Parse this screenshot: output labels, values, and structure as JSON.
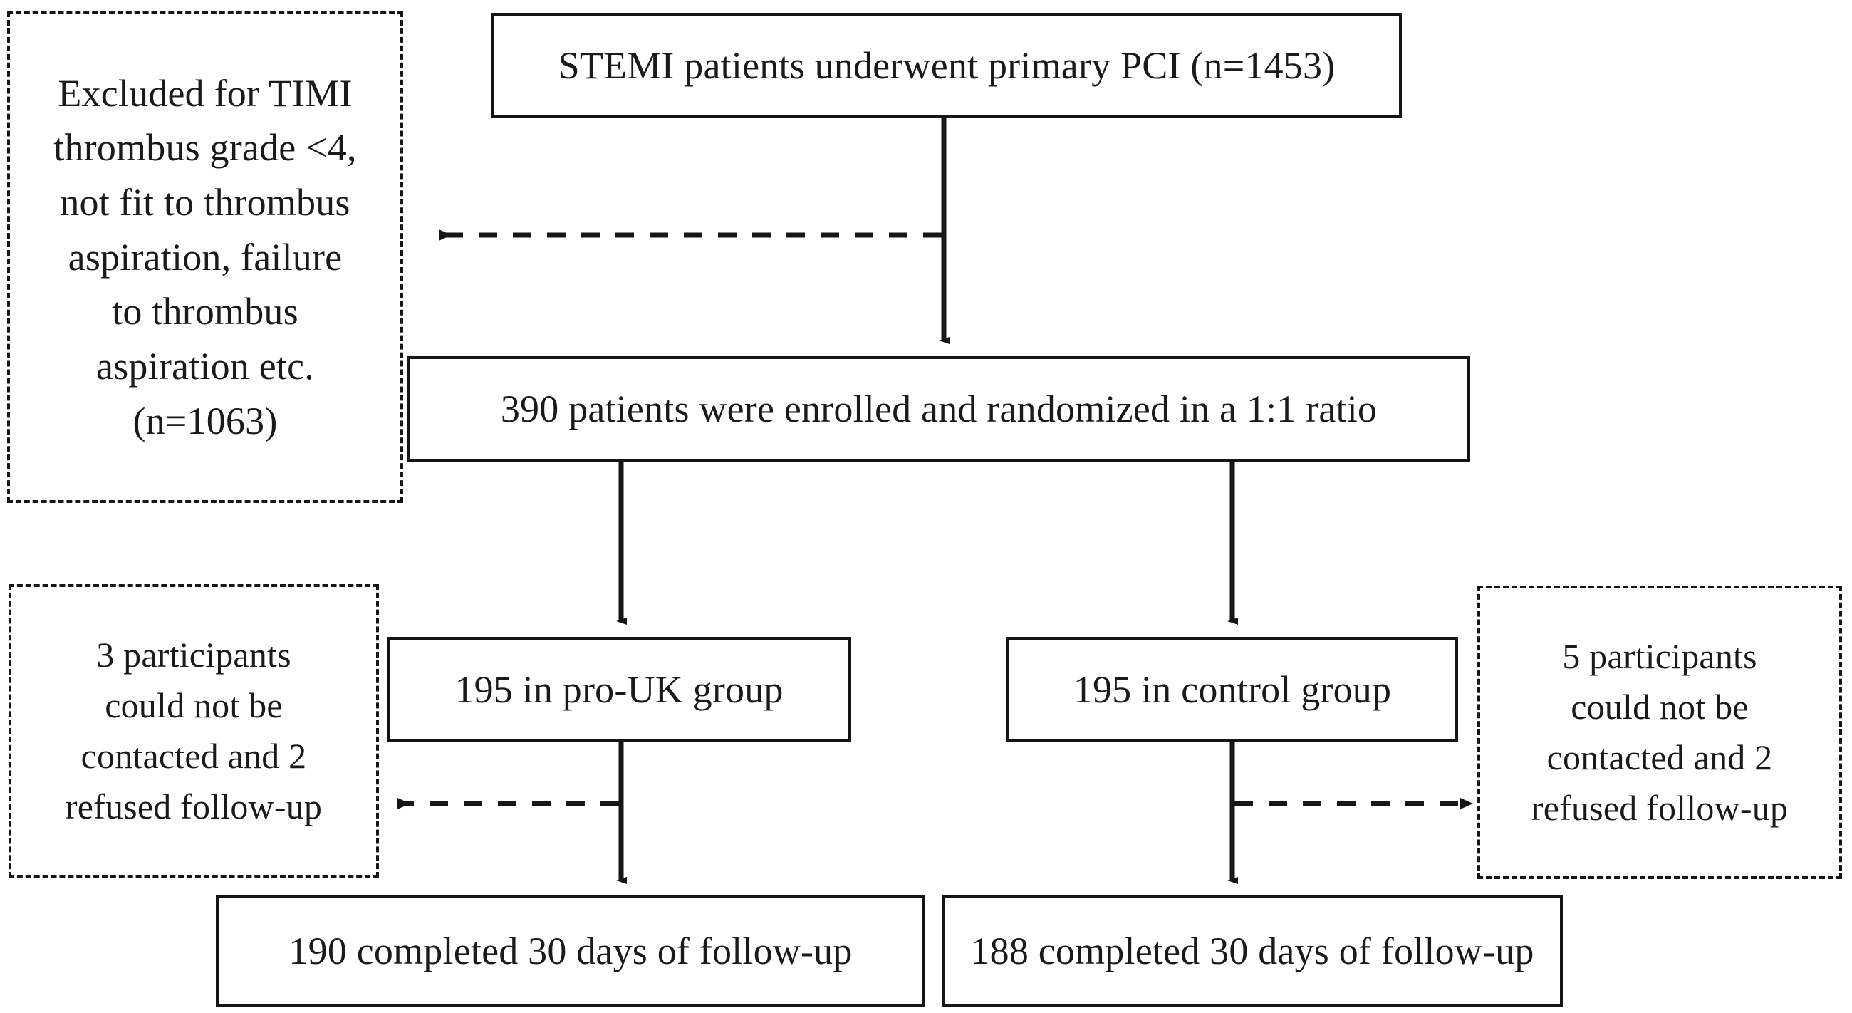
{
  "diagram": {
    "type": "consort-flow-diagram",
    "title": "STEMI primary PCI trial participant flow",
    "colors": {
      "line": "#161616",
      "text": "#1a1a1a",
      "background": "#ffffff"
    },
    "nodes": {
      "excluded": {
        "id": "excluded",
        "style": "dashed",
        "text": "Excluded for TIMI\nthrombus grade <4,\nnot fit to thrombus\naspiration, failure\nto thrombus\naspiration etc.\n(n=1063)",
        "count": 1063
      },
      "screened": {
        "id": "screened",
        "style": "solid",
        "text": "STEMI patients underwent primary PCI (n=1453)",
        "count": 1453
      },
      "randomized": {
        "id": "randomized",
        "style": "solid",
        "text": "390 patients were enrolled and randomized in a 1:1 ratio",
        "count": 390,
        "ratio": "1:1"
      },
      "lost_left": {
        "id": "lost-left",
        "style": "dashed",
        "text": "3 participants\ncould not be\ncontacted and 2\nrefused follow-up",
        "not_contacted": 3,
        "refused": 2
      },
      "lost_right": {
        "id": "lost-right",
        "style": "dashed",
        "text": "5 participants\ncould not be\ncontacted and 2\nrefused follow-up",
        "not_contacted": 5,
        "refused": 2
      },
      "arm_left": {
        "id": "arm-left",
        "style": "solid",
        "text": "195 in pro-UK group",
        "count": 195,
        "arm": "pro-UK"
      },
      "arm_right": {
        "id": "arm-right",
        "style": "solid",
        "text": "195 in control group",
        "count": 195,
        "arm": "control"
      },
      "out_left": {
        "id": "out-left",
        "style": "solid",
        "text": "190 completed 30 days of follow-up",
        "count": 190,
        "days": 30
      },
      "out_right": {
        "id": "out-right",
        "style": "solid",
        "text": "188 completed 30 days of follow-up",
        "count": 188,
        "days": 30
      }
    },
    "edges": [
      {
        "id": "screened-to-randomized",
        "from": "screened",
        "to": "randomized",
        "style": "solid",
        "direction": "down"
      },
      {
        "id": "screened-to-excluded",
        "from": "screened",
        "to": "excluded",
        "style": "dashed",
        "direction": "left"
      },
      {
        "id": "randomized-to-arm-left",
        "from": "randomized",
        "to": "arm_left",
        "style": "solid",
        "direction": "down"
      },
      {
        "id": "randomized-to-arm-right",
        "from": "randomized",
        "to": "arm_right",
        "style": "solid",
        "direction": "down"
      },
      {
        "id": "arm-left-to-out-left",
        "from": "arm_left",
        "to": "out_left",
        "style": "solid",
        "direction": "down"
      },
      {
        "id": "arm-right-to-out-right",
        "from": "arm_right",
        "to": "out_right",
        "style": "solid",
        "direction": "down"
      },
      {
        "id": "arm-left-to-lost-left",
        "from": "arm_left",
        "to": "lost_left",
        "style": "dashed",
        "direction": "left"
      },
      {
        "id": "arm-right-to-lost-right",
        "from": "arm_right",
        "to": "lost_right",
        "style": "dashed",
        "direction": "right"
      }
    ]
  }
}
